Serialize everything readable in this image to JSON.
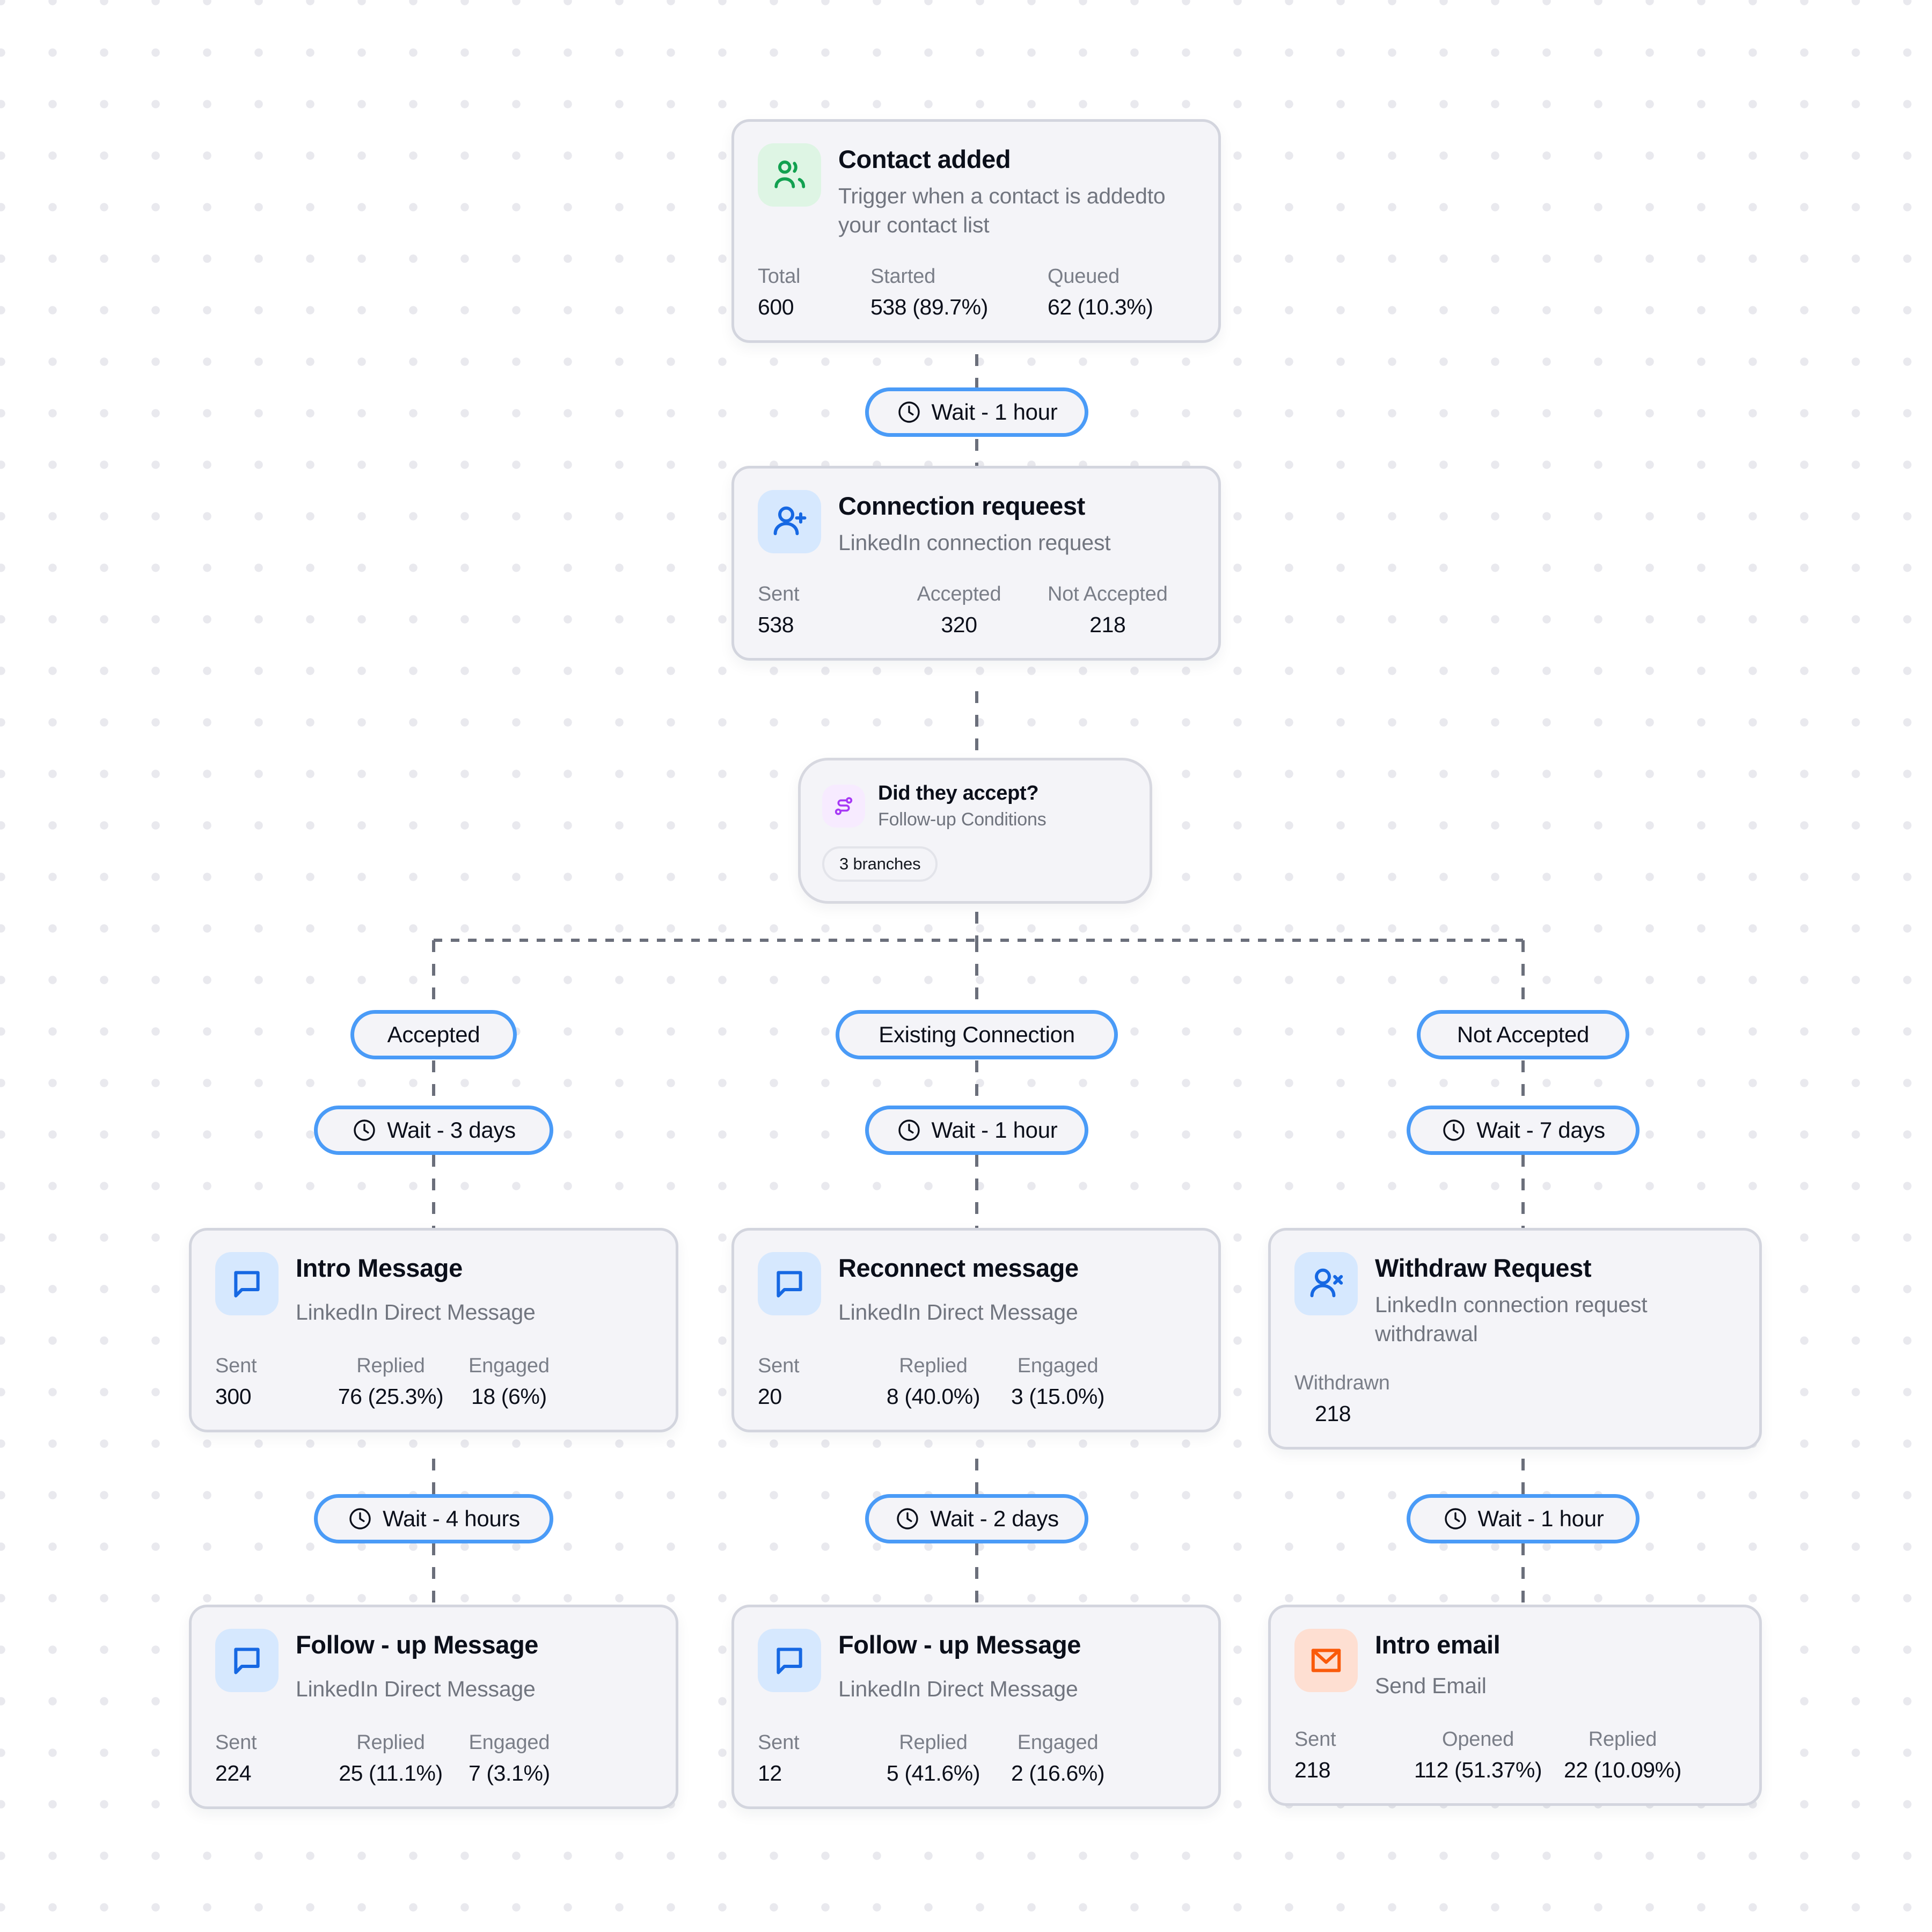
{
  "canvas": {
    "background_color": "#ffffff",
    "dot_color": "#e9e9ee",
    "connector_color": "#6b6f7b",
    "accent_blue": "#4a9bf7"
  },
  "nodes": {
    "trigger": {
      "title": "Contact added",
      "subtitle": "Trigger when a contact is addedto your contact list",
      "icon": "contacts-icon",
      "icon_color": "#12a150",
      "icon_bg": "#def5e4",
      "stats": [
        {
          "label": "Total",
          "value": "600"
        },
        {
          "label": "Started",
          "value": "538 (89.7%)"
        },
        {
          "label": "Queued",
          "value": "62 (10.3%)"
        }
      ]
    },
    "connection_request": {
      "title": "Connection requeest",
      "subtitle": "LinkedIn connection request",
      "icon": "user-plus-icon",
      "icon_color": "#1668e3",
      "icon_bg": "#d6e8fe",
      "stats": [
        {
          "label": "Sent",
          "value": "538"
        },
        {
          "label": "Accepted",
          "value": "320"
        },
        {
          "label": "Not Accepted",
          "value": "218"
        }
      ]
    },
    "condition": {
      "title": "Did they accept?",
      "subtitle": "Follow-up Conditions",
      "icon": "branch-icon",
      "icon_color": "#a738f5",
      "icon_bg": "#f7ebff",
      "badge": "3 branches"
    },
    "intro_message": {
      "title": "Intro Message",
      "subtitle": "LinkedIn Direct Message",
      "icon": "message-icon",
      "icon_color": "#1668e3",
      "icon_bg": "#d6e8fe",
      "stats": [
        {
          "label": "Sent",
          "value": "300"
        },
        {
          "label": "Replied",
          "value": "76 (25.3%)"
        },
        {
          "label": "Engaged",
          "value": "18 (6%)"
        }
      ]
    },
    "reconnect_message": {
      "title": "Reconnect message",
      "subtitle": "LinkedIn  Direct Message",
      "icon": "message-icon",
      "icon_color": "#1668e3",
      "icon_bg": "#d6e8fe",
      "stats": [
        {
          "label": "Sent",
          "value": "20"
        },
        {
          "label": "Replied",
          "value": "8 (40.0%)"
        },
        {
          "label": "Engaged",
          "value": "3 (15.0%)"
        }
      ]
    },
    "withdraw_request": {
      "title": "Withdraw Request",
      "subtitle": "LinkedIn connection request withdrawal",
      "icon": "user-remove-icon",
      "icon_color": "#1668e3",
      "icon_bg": "#d6e8fe",
      "stats": [
        {
          "label": "Withdrawn",
          "value": "218"
        }
      ]
    },
    "followup_left": {
      "title": "Follow - up Message",
      "subtitle": "LinkedIn Direct Message",
      "icon": "message-icon",
      "icon_color": "#1668e3",
      "icon_bg": "#d6e8fe",
      "stats": [
        {
          "label": "Sent",
          "value": "224"
        },
        {
          "label": "Replied",
          "value": "25 (11.1%)"
        },
        {
          "label": "Engaged",
          "value": "7 (3.1%)"
        }
      ]
    },
    "followup_middle": {
      "title": "Follow - up Message",
      "subtitle": "LinkedIn Direct Message",
      "icon": "message-icon",
      "icon_color": "#1668e3",
      "icon_bg": "#d6e8fe",
      "stats": [
        {
          "label": "Sent",
          "value": "12"
        },
        {
          "label": "Replied",
          "value": "5 (41.6%)"
        },
        {
          "label": "Engaged",
          "value": "2 (16.6%)"
        }
      ]
    },
    "intro_email": {
      "title": "Intro email",
      "subtitle": "Send Email",
      "icon": "envelope-icon",
      "icon_color": "#fa5a0a",
      "icon_bg": "#fedfd2",
      "stats": [
        {
          "label": "Sent",
          "value": "218"
        },
        {
          "label": "Opened",
          "value": "112 (51.37%)"
        },
        {
          "label": "Replied",
          "value": "22 (10.09%)"
        }
      ]
    }
  },
  "waits": {
    "top": "Wait - 1 hour",
    "left_1": "Wait -  3 days",
    "middle_1": "Wait - 1 hour",
    "right_1": "Wait - 7 days",
    "left_2": "Wait -  4 hours",
    "middle_2": "Wait - 2 days",
    "right_2": "Wait - 1 hour"
  },
  "branches": {
    "left": "Accepted",
    "middle": "Existing Connection",
    "right": "Not Accepted"
  }
}
